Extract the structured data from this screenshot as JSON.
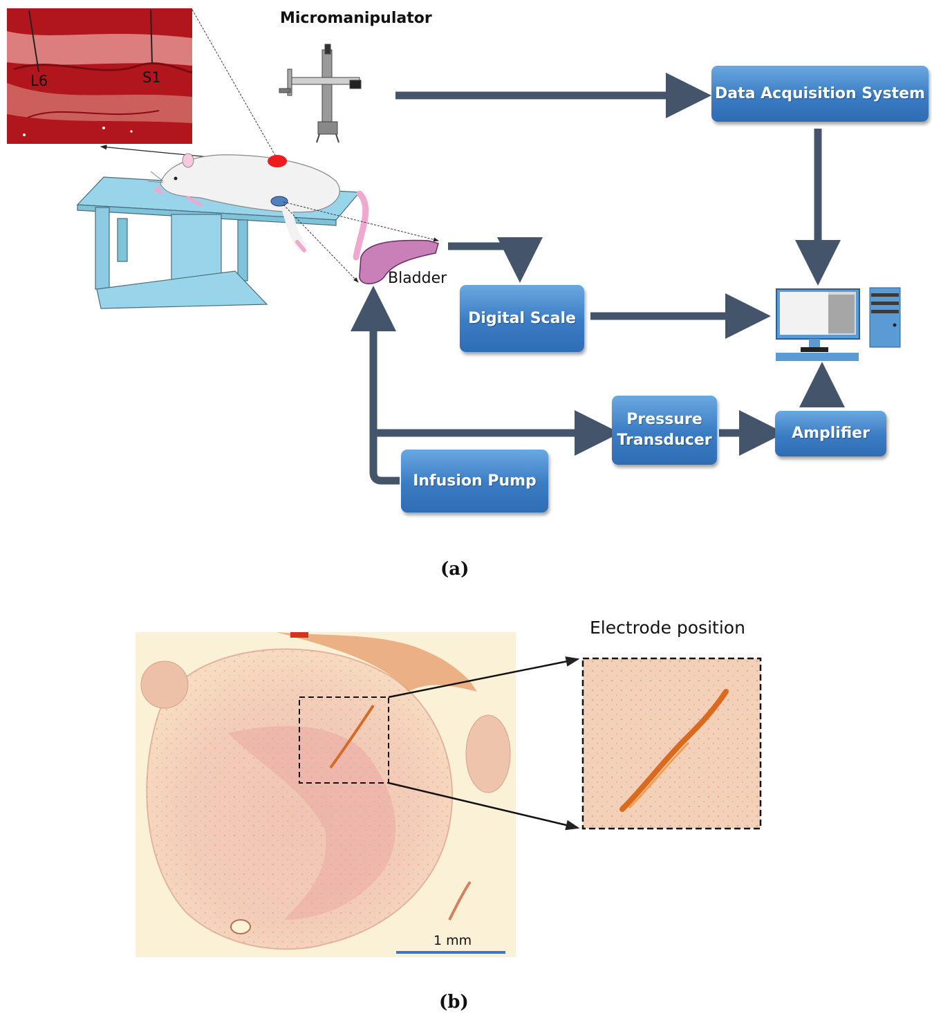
{
  "panel_a": {
    "caption": "(a)",
    "inset_labels": {
      "left": "L6",
      "right": "S1"
    },
    "micromanipulator_label": "Micromanipulator",
    "bladder_label": "Bladder",
    "boxes": {
      "data_acquisition": "Data Acquisition System",
      "digital_scale": "Digital Scale",
      "pressure_transducer_line1": "Pressure",
      "pressure_transducer_line2": "Transducer",
      "amplifier": "Amplifier",
      "infusion_pump": "Infusion Pump"
    },
    "colors": {
      "arrow": "#44546a",
      "box": "#3a7cc4",
      "table": "#99d5ea"
    }
  },
  "panel_b": {
    "caption": "(b)",
    "inset_title": "Electrode position",
    "scale_bar_label": "1 mm",
    "colors": {
      "scale_bar": "#4472c4",
      "tissue": "#f2c7b5"
    }
  }
}
